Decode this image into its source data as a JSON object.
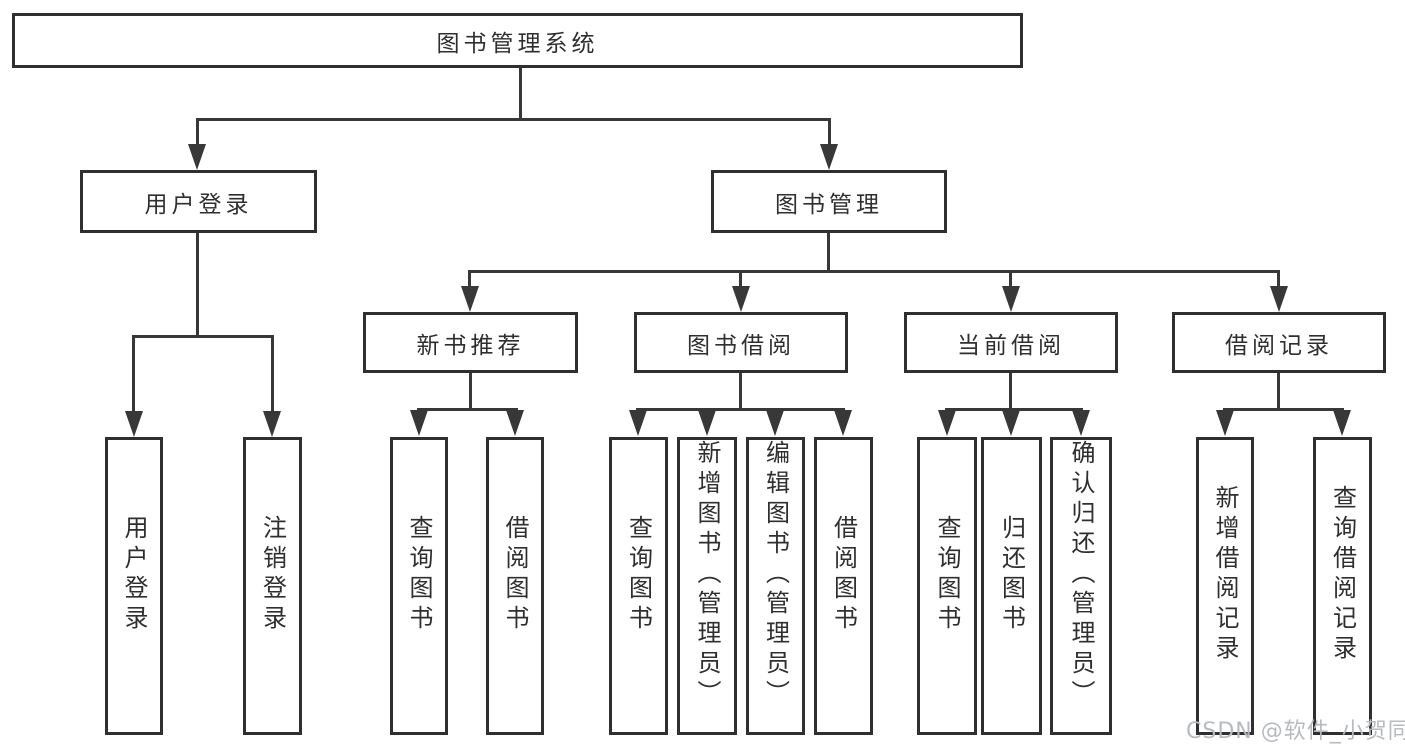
{
  "tree": {
    "root": "图书管理系统",
    "children": [
      {
        "label": "用户登录",
        "children": [
          "用户登录",
          "注销登录"
        ]
      },
      {
        "label": "图书管理",
        "children": [
          {
            "label": "新书推荐",
            "children": [
              "查询图书",
              "借阅图书"
            ]
          },
          {
            "label": "图书借阅",
            "children": [
              "查询图书",
              "新增图书（管理员）",
              "编辑图书（管理员）",
              "借阅图书"
            ]
          },
          {
            "label": "当前借阅",
            "children": [
              "查询图书",
              "归还图书",
              "确认归还（管理员）"
            ]
          },
          {
            "label": "借阅记录",
            "children": [
              "新增借阅记录",
              "查询借阅记录"
            ]
          }
        ]
      }
    ]
  },
  "watermark": {
    "text": "CSDN @软件_小贺同学"
  },
  "colors": {
    "background": "#ffffff",
    "box_border": "#2f2f2f",
    "connector_line": "#383838",
    "text": "#2f2f2f",
    "watermark": "#b6bac1"
  }
}
